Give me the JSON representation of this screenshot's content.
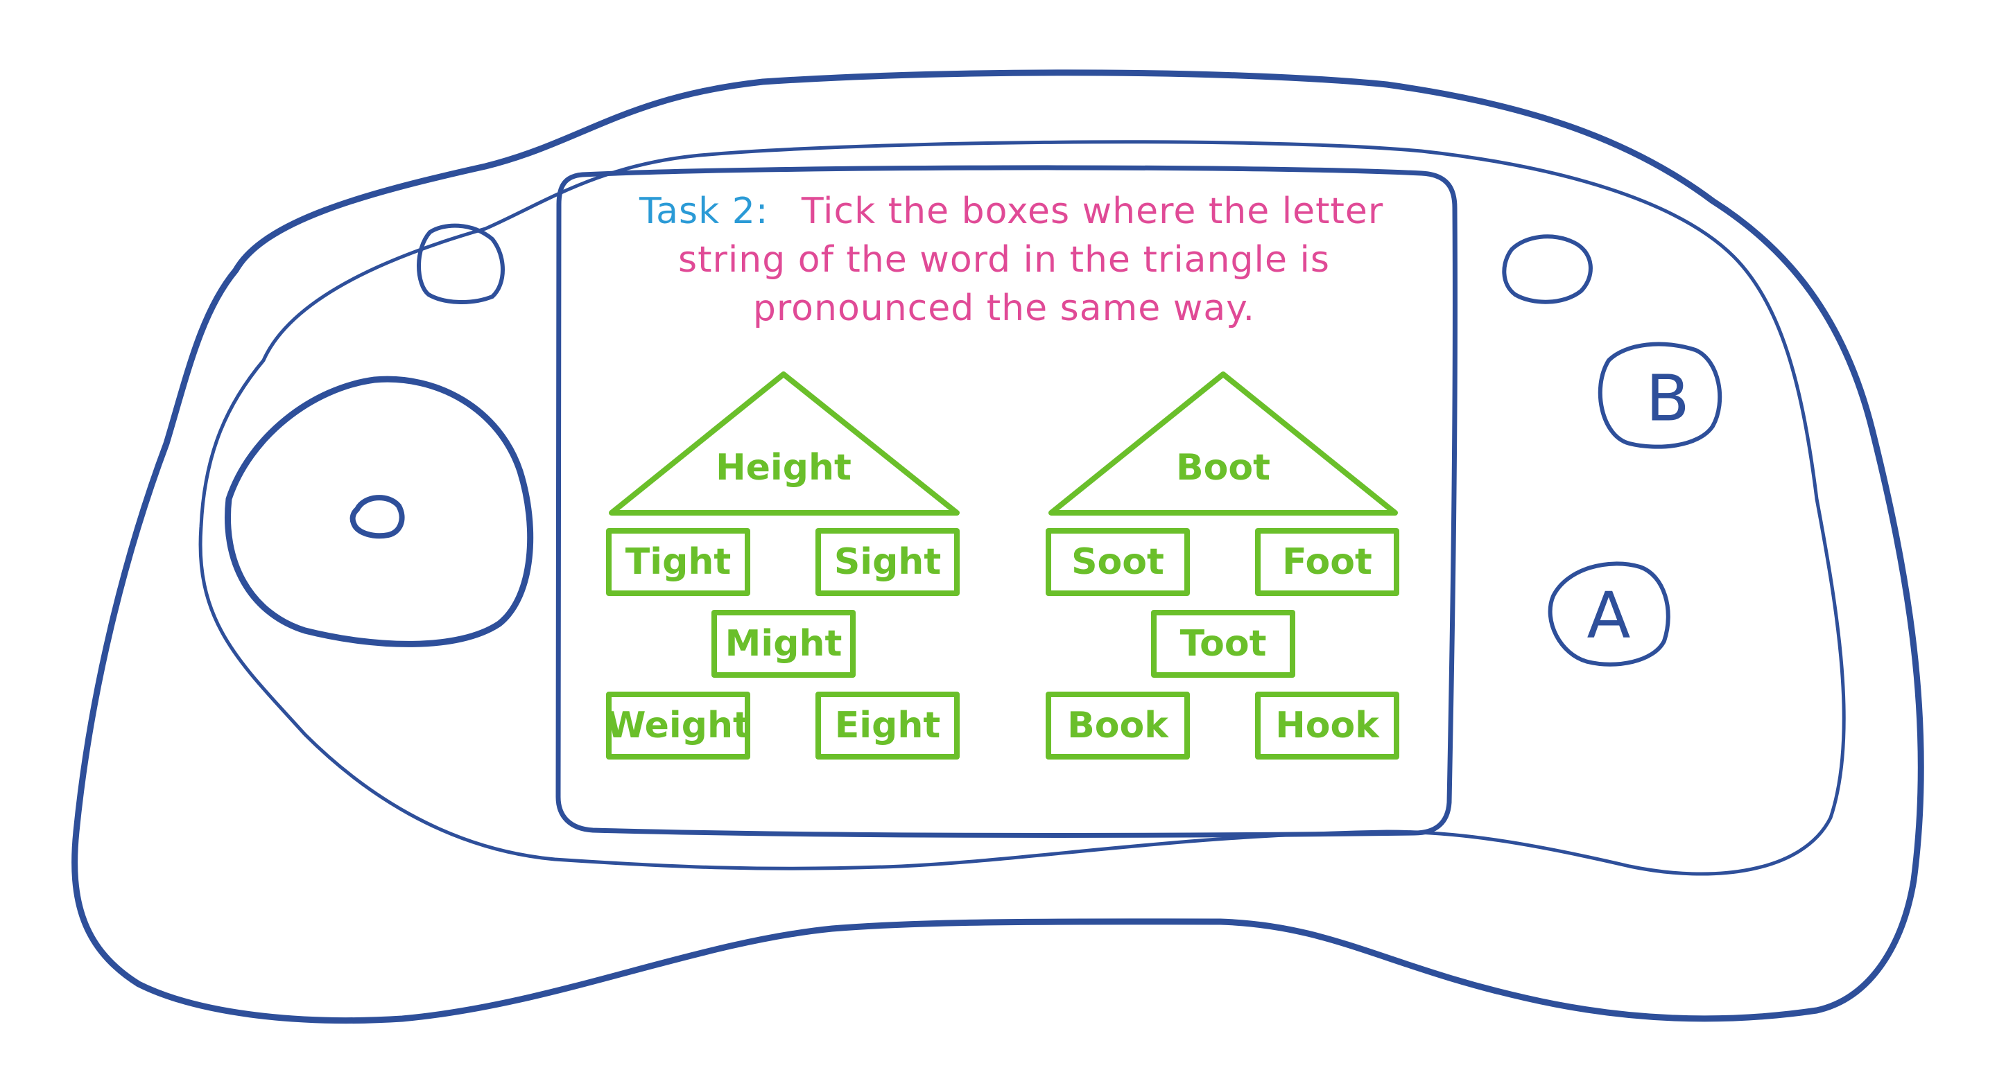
{
  "colors": {
    "outline": "#2e4f9a",
    "task_label": "#2a9ad6",
    "instruction": "#e04a96",
    "word_green": "#6abf2a"
  },
  "task": {
    "label": "Task 2:",
    "lines": [
      "Tick the boxes where the letter",
      "string of the word in the triangle is",
      "pronounced the same way."
    ]
  },
  "puzzles": [
    {
      "triangle_word": "Height",
      "options": [
        "Tight",
        "Sight",
        "Might",
        "Weight",
        "Eight"
      ]
    },
    {
      "triangle_word": "Boot",
      "options": [
        "Soot",
        "Foot",
        "Toot",
        "Book",
        "Hook"
      ]
    }
  ],
  "controls": {
    "button_b": "B",
    "button_a": "A",
    "icons": [
      "joystick-icon",
      "joystick-center-icon",
      "shoulder-left-icon",
      "shoulder-right-icon"
    ]
  }
}
